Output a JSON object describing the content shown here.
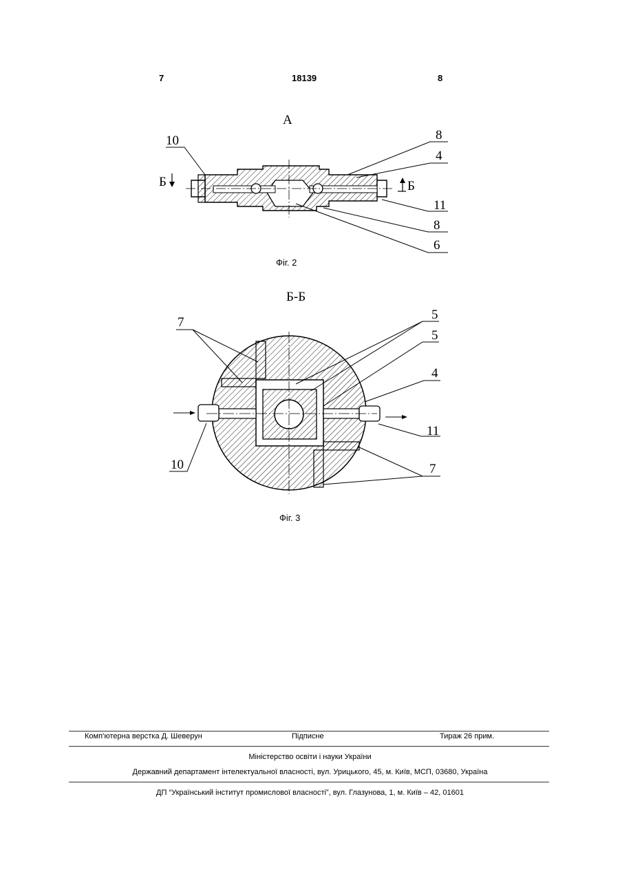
{
  "header": {
    "page_left": "7",
    "patent_number": "18139",
    "page_right": "8"
  },
  "figure2": {
    "view_label": "А",
    "section_left": "Б",
    "section_right": "Б",
    "labels": {
      "l10": "10",
      "l8a": "8",
      "l4": "4",
      "l11": "11",
      "l8b": "8",
      "l6": "6"
    },
    "caption": "Фіг. 2"
  },
  "figure3": {
    "view_label": "Б-Б",
    "labels": {
      "l7a": "7",
      "l5a": "5",
      "l5b": "5",
      "l4": "4",
      "l11": "11",
      "l10": "10",
      "l7b": "7"
    },
    "caption": "Фіг. 3"
  },
  "footer": {
    "layout": "Комп’ютерна верстка Д. Шеверун",
    "signed": "Підписне",
    "circulation": "Тираж 26 прим.",
    "ministry": "Міністерство освіти і науки України",
    "department": "Державний департамент інтелектуальної власності, вул. Урицького, 45, м. Київ, МСП, 03680, Україна",
    "institute": "ДП “Український інститут промислової власності”, вул. Глазунова, 1, м. Київ – 42, 01601"
  }
}
